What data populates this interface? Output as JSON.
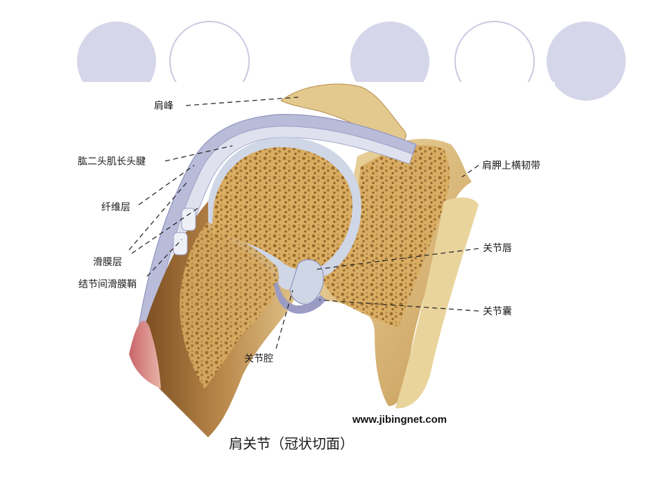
{
  "labels": {
    "acromion": "肩峰",
    "biceps_long_head_tendon": "肱二头肌长头腱",
    "fibrous_layer": "纤维层",
    "synovial_layer": "滑膜层",
    "intertubercular_synovial_sheath": "结节间滑膜鞘",
    "coracoid_transverse_ligament": "肩胛上横韧带",
    "glenoid_labrum": "关节唇",
    "joint_capsule": "关节囊",
    "joint_cavity": "关节腔"
  },
  "watermark": "www.jibingnet.com",
  "caption": "肩关节（冠状切面）",
  "colors": {
    "deco_circle": "#d6d6ea",
    "deco_circle_stroke": "#c9c9e0",
    "bone_light": "#e8cf8f",
    "bone_mid": "#c99a4f",
    "bone_dark": "#8e5e2a",
    "cartilage": "#cfd6e6",
    "tendon": "#9a9cc4",
    "muscle": "#c9646a"
  }
}
